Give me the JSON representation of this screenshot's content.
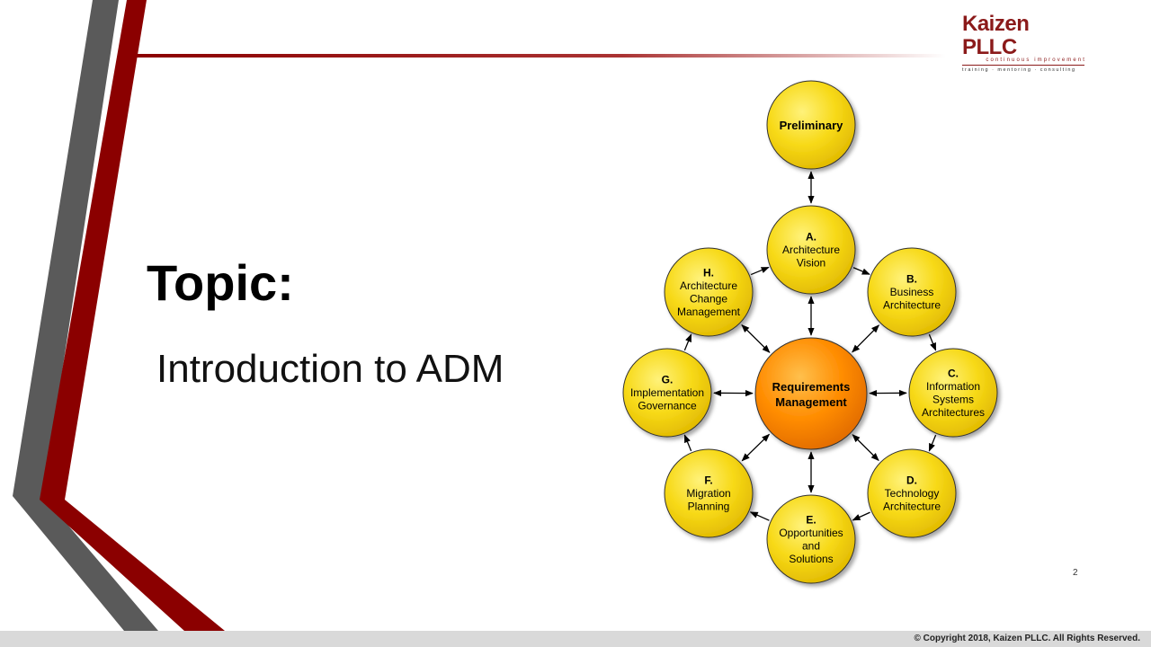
{
  "logo": {
    "name": "Kaizen PLLC",
    "tagline": "continuous improvement",
    "services": "training · mentoring · consulting"
  },
  "slide": {
    "title": "Topic:",
    "subtitle": "Introduction to ADM",
    "page_number": "2"
  },
  "footer": {
    "copyright": "© Copyright 2018, Kaizen PLLC. All Rights Reserved."
  },
  "colors": {
    "accent_red": "#8b0000",
    "accent_gray": "#595959",
    "node_yellow": "#f5d300",
    "center_orange": "#ff8c00"
  },
  "diagram": {
    "preliminary": {
      "letter": "",
      "lines": [
        "Preliminary"
      ]
    },
    "center": {
      "letter": "",
      "lines": [
        "Requirements",
        "Management"
      ]
    },
    "phases": [
      {
        "id": "a",
        "letter": "A.",
        "lines": [
          "Architecture",
          "Vision"
        ]
      },
      {
        "id": "b",
        "letter": "B.",
        "lines": [
          "Business",
          "Architecture"
        ]
      },
      {
        "id": "c",
        "letter": "C.",
        "lines": [
          "Information",
          "Systems",
          "Architectures"
        ]
      },
      {
        "id": "d",
        "letter": "D.",
        "lines": [
          "Technology",
          "Architecture"
        ]
      },
      {
        "id": "e",
        "letter": "E.",
        "lines": [
          "Opportunities",
          "and",
          "Solutions"
        ]
      },
      {
        "id": "f",
        "letter": "F.",
        "lines": [
          "Migration",
          "Planning"
        ]
      },
      {
        "id": "g",
        "letter": "G.",
        "lines": [
          "Implementation",
          "Governance"
        ]
      },
      {
        "id": "h",
        "letter": "H.",
        "lines": [
          "Architecture",
          "Change",
          "Management"
        ]
      }
    ]
  }
}
